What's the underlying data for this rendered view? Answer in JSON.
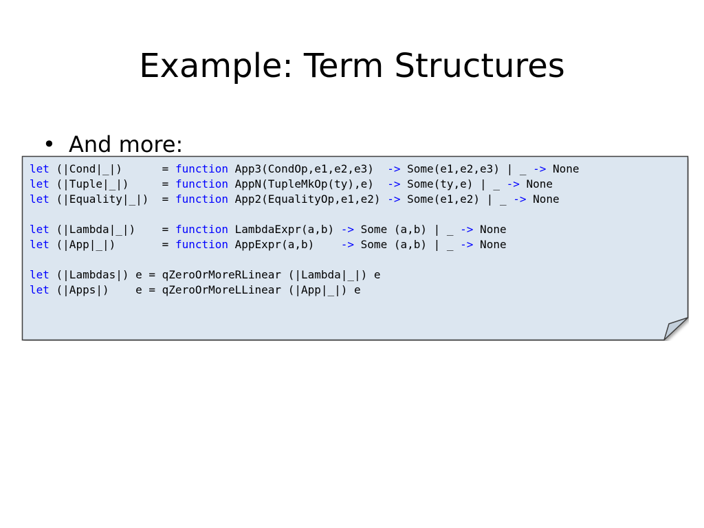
{
  "slide": {
    "title": "Example: Term Structures",
    "bullet": "And more:",
    "bullet_marker": "•"
  },
  "colors": {
    "keyword": "#0000ff",
    "note_fill": "#dce6f0",
    "note_border": "#404040"
  },
  "code_lines": [
    [
      {
        "text": "let",
        "kw": true
      },
      {
        "text": " (|Cond|_|)      = ",
        "kw": false
      },
      {
        "text": "function",
        "kw": true
      },
      {
        "text": " App3(CondOp,e1,e2,e3)  ",
        "kw": false
      },
      {
        "text": "->",
        "kw": true
      },
      {
        "text": " Some(e1,e2,e3) | _ ",
        "kw": false
      },
      {
        "text": "->",
        "kw": true
      },
      {
        "text": " None",
        "kw": false
      }
    ],
    [
      {
        "text": "let",
        "kw": true
      },
      {
        "text": " (|Tuple|_|)     = ",
        "kw": false
      },
      {
        "text": "function",
        "kw": true
      },
      {
        "text": " AppN(TupleMkOp(ty),e)  ",
        "kw": false
      },
      {
        "text": "->",
        "kw": true
      },
      {
        "text": " Some(ty,e) | _ ",
        "kw": false
      },
      {
        "text": "->",
        "kw": true
      },
      {
        "text": " None",
        "kw": false
      }
    ],
    [
      {
        "text": "let",
        "kw": true
      },
      {
        "text": " (|Equality|_|)  = ",
        "kw": false
      },
      {
        "text": "function",
        "kw": true
      },
      {
        "text": " App2(EqualityOp,e1,e2) ",
        "kw": false
      },
      {
        "text": "->",
        "kw": true
      },
      {
        "text": " Some(e1,e2) | _ ",
        "kw": false
      },
      {
        "text": "->",
        "kw": true
      },
      {
        "text": " None",
        "kw": false
      }
    ],
    [],
    [
      {
        "text": "let",
        "kw": true
      },
      {
        "text": " (|Lambda|_|)    = ",
        "kw": false
      },
      {
        "text": "function",
        "kw": true
      },
      {
        "text": " LambdaExpr(a,b) ",
        "kw": false
      },
      {
        "text": "->",
        "kw": true
      },
      {
        "text": " Some (a,b) | _ ",
        "kw": false
      },
      {
        "text": "->",
        "kw": true
      },
      {
        "text": " None",
        "kw": false
      }
    ],
    [
      {
        "text": "let",
        "kw": true
      },
      {
        "text": " (|App|_|)       = ",
        "kw": false
      },
      {
        "text": "function",
        "kw": true
      },
      {
        "text": " AppExpr(a,b)    ",
        "kw": false
      },
      {
        "text": "->",
        "kw": true
      },
      {
        "text": " Some (a,b) | _ ",
        "kw": false
      },
      {
        "text": "->",
        "kw": true
      },
      {
        "text": " None",
        "kw": false
      }
    ],
    [],
    [
      {
        "text": "let",
        "kw": true
      },
      {
        "text": " (|Lambdas|) e = qZeroOrMoreRLinear (|Lambda|_|) e",
        "kw": false
      }
    ],
    [
      {
        "text": "let",
        "kw": true
      },
      {
        "text": " (|Apps|)    e = qZeroOrMoreLLinear (|App|_|) e",
        "kw": false
      }
    ]
  ]
}
